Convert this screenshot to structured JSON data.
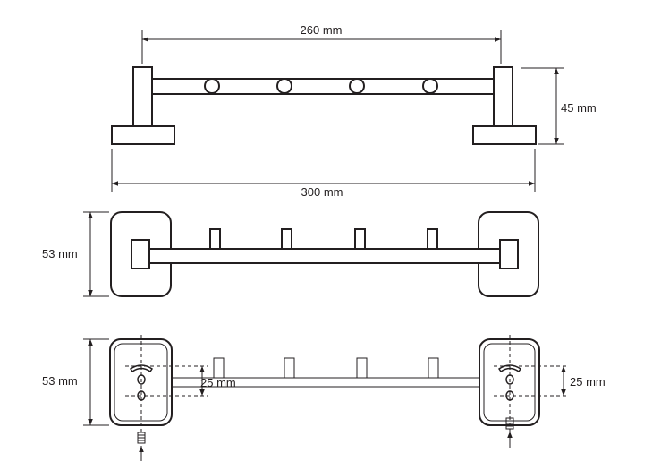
{
  "dimensions": {
    "top_bar_length": "260 mm",
    "overall_length": "300 mm",
    "height": "45 mm",
    "plate_height_top_view": "53 mm",
    "plate_height_back_view": "53 mm",
    "hole_spacing_left": "25 mm",
    "hole_spacing_right": "25 mm"
  }
}
